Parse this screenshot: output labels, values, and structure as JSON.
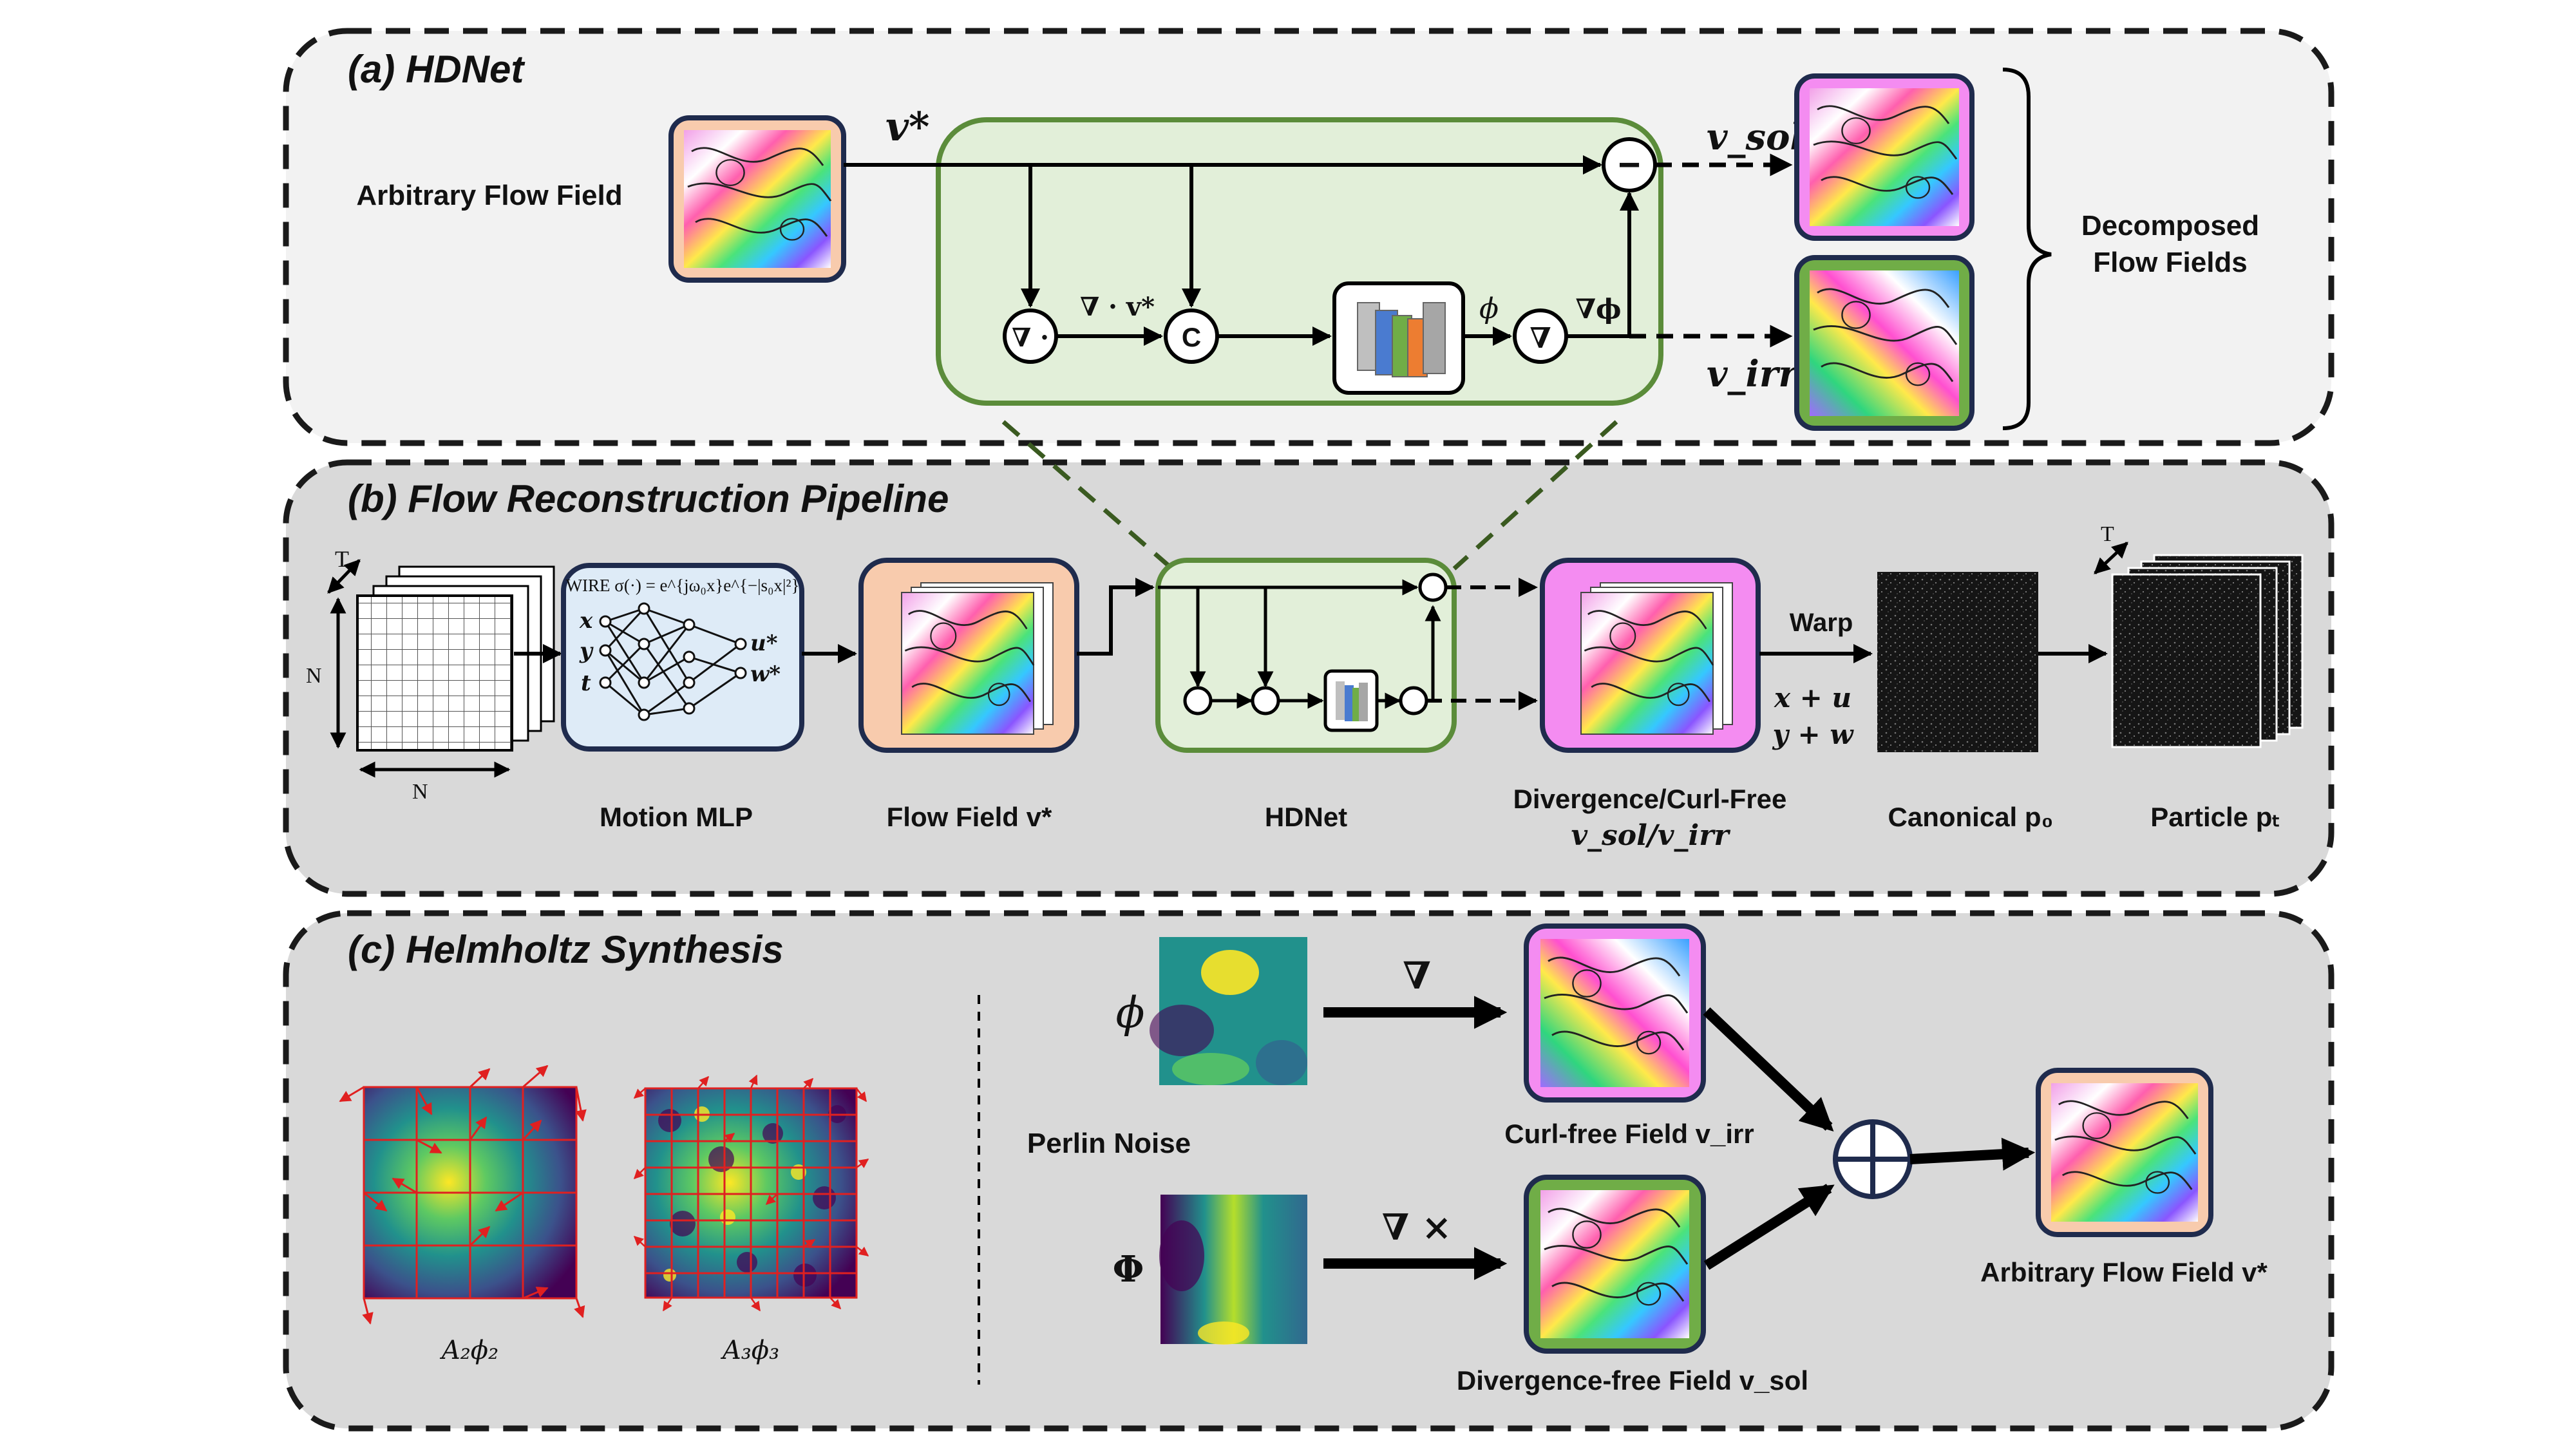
{
  "panels": {
    "a": {
      "title": "(a) HDNet"
    },
    "b": {
      "title": "(b) Flow Reconstruction Pipeline"
    },
    "c": {
      "title": "(c) Helmholtz Synthesis"
    }
  },
  "a": {
    "arbitrary_label": "Arbitrary Flow Field",
    "v_star": "v*",
    "v_sol": "v_sol",
    "v_irr": "v_irr",
    "div_op": "∇ ·",
    "div_expr": "∇ · v*",
    "concat": "C",
    "phi": "ϕ",
    "grad_op": "∇",
    "grad_phi": "∇ϕ",
    "minus": "−",
    "decomposed_line1": "Decomposed",
    "decomposed_line2": "Flow Fields"
  },
  "b": {
    "grid_t": "T",
    "grid_n_side": "N",
    "grid_n_bottom": "N",
    "wire_formula": "WIRE σ(·) = e^{jω₀x}e^{−|s₀x|²}",
    "mlp_in_x": "x",
    "mlp_in_y": "y",
    "mlp_in_t": "t",
    "mlp_out_u": "u*",
    "mlp_out_w": "w*",
    "label_mlp": "Motion MLP",
    "label_flow": "Flow Field v*",
    "label_hdnet": "HDNet",
    "label_divcurl_1": "Divergence/Curl-Free",
    "label_divcurl_2": "v_sol/v_irr",
    "warp": "Warp",
    "warp_x": "x + u",
    "warp_y": "y + w",
    "label_canonical": "Canonical p₀",
    "particle_t": "T",
    "label_particle": "Particle pₜ"
  },
  "c": {
    "a2": "A₂ϕ₂",
    "a3": "A₃ϕ₃",
    "perlin": "Perlin Noise",
    "phi_small": "ϕ",
    "phi_big": "Φ",
    "nabla": "∇",
    "nabla_cross": "∇ ×",
    "curl_free": "Curl-free Field v_irr",
    "div_free": "Divergence-free Field v_sol",
    "arbitrary": "Arbitrary Flow Field v*",
    "plus": "⊕"
  },
  "colors": {
    "panel_a_bg": "#f2f2f2",
    "panel_bc_bg": "#d9d9d9",
    "hdnet_green_fill": "#e2efd9",
    "hdnet_green_stroke": "#5b8c3a",
    "peach": "#f8cbad",
    "magenta": "#f48cf1",
    "green_frame": "#70ad47",
    "navy": "#1f2b4d",
    "mlp_blue": "#deebf7",
    "arrow_red": "#e02020"
  }
}
